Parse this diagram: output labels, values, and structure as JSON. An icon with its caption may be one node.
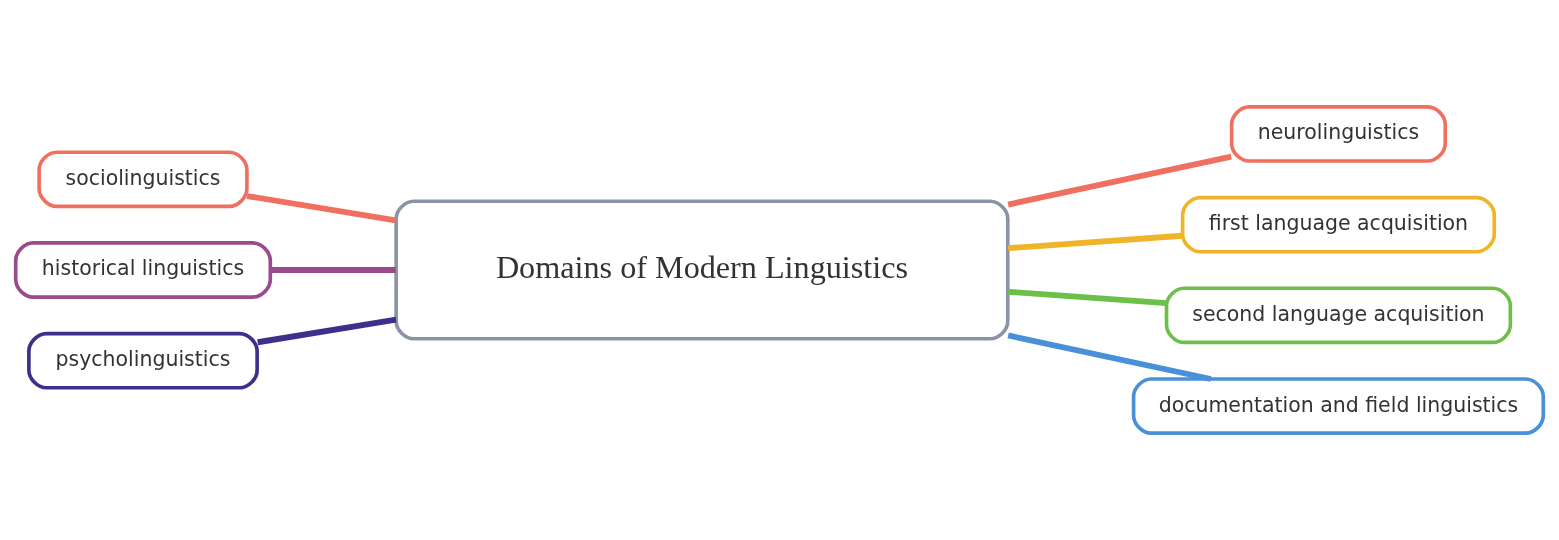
{
  "diagram": {
    "nodes": [
      {
        "text": [
          "Domains of Modern Linguistics"
        ]
      },
      {
        "text": [
          "sociolinguistics"
        ]
      },
      {
        "text": [
          "historical linguistics"
        ]
      },
      {
        "text": [
          "psycholinguistics"
        ]
      },
      {
        "text": [
          "neurolinguistics"
        ]
      },
      {
        "text": [
          "first language acquisition"
        ]
      },
      {
        "text": [
          "second language acquisition"
        ]
      },
      {
        "text": [
          "documentation and field linguistics"
        ]
      }
    ],
    "edges": [
      {
        "from": 1,
        "to": 0,
        "arrow": "none",
        "color": "#f07060"
      },
      {
        "from": 2,
        "to": 0,
        "arrow": "none",
        "color": "#9c4a8e"
      },
      {
        "from": 3,
        "to": 0,
        "arrow": "none",
        "color": "#3f2f8c"
      },
      {
        "from": 0,
        "to": 4,
        "arrow": "none",
        "color": "#f07060"
      },
      {
        "from": 0,
        "to": 5,
        "arrow": "none",
        "color": "#f0b429"
      },
      {
        "from": 0,
        "to": 6,
        "arrow": "none",
        "color": "#6cc04a"
      },
      {
        "from": 0,
        "to": 7,
        "arrow": "none",
        "color": "#4a90d9"
      }
    ]
  }
}
